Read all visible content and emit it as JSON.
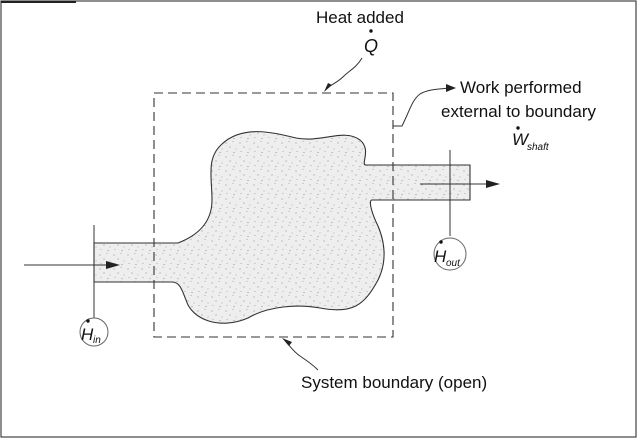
{
  "labels": {
    "heat_added": "Heat added",
    "work_line1": "Work performed",
    "work_line2": "external to boundary",
    "system_boundary": "System boundary (open)"
  },
  "symbols": {
    "q_dot": "Q",
    "w_shaft_main": "W",
    "w_shaft_sub": "shaft",
    "h_in_main": "H",
    "h_in_sub": "in",
    "h_out_main": "H",
    "h_out_sub": "out"
  },
  "colors": {
    "line": "#333333",
    "fluid_fill": "#eeeeee",
    "speckle": "#9a9a9a"
  }
}
